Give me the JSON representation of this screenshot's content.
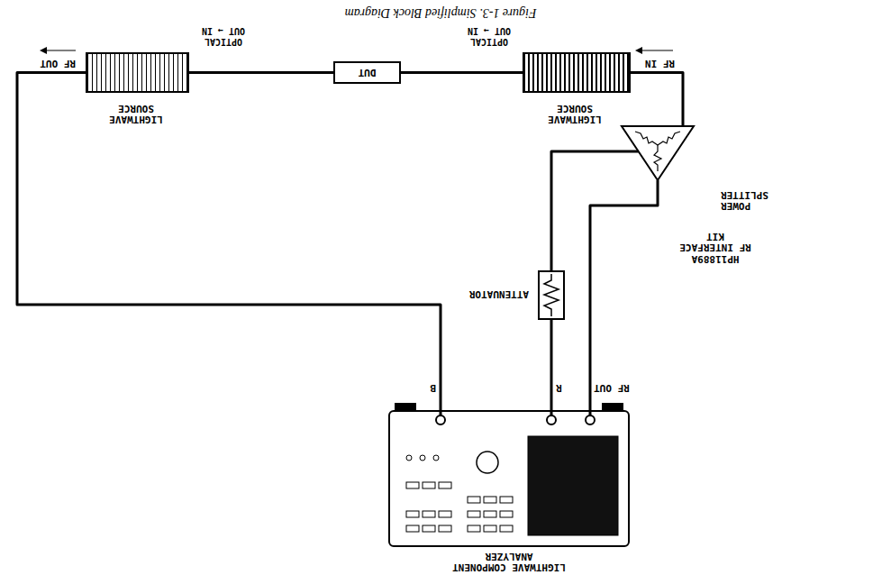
{
  "diagram": {
    "caption": "Figure 1-3. Simplified Block Diagram",
    "nodes": [
      {
        "text": [
          "LIGHTWAVE COMPONENT ANALYZER"
        ]
      },
      {
        "text": [
          "POWER SPLITTER"
        ]
      },
      {
        "text": [
          "ATTENUATOR"
        ]
      },
      {
        "text": [
          "LIGHTWAVE SOURCE"
        ]
      },
      {
        "text": [
          "DUT"
        ]
      },
      {
        "text": [
          "LIGHTWAVE SOURCE"
        ]
      }
    ],
    "edges": [
      {
        "from": 0,
        "to": 1,
        "arrow": "none"
      },
      {
        "from": 1,
        "to": 3,
        "arrow": "none"
      },
      {
        "from": 0,
        "to": 2,
        "arrow": "none"
      },
      {
        "from": 2,
        "to": 1,
        "arrow": "none"
      },
      {
        "from": 3,
        "to": 4,
        "arrow": "none"
      },
      {
        "from": 4,
        "to": 5,
        "arrow": "none"
      },
      {
        "from": 5,
        "to": 0,
        "arrow": "none"
      }
    ],
    "labels": [
      "HP11889A",
      "RF INTERFACE KIT",
      "RF OUT",
      "R",
      "B",
      "RF IN",
      "OPTICAL OUT → IN",
      "OPTICAL OUT → IN",
      "RF OUT"
    ]
  }
}
